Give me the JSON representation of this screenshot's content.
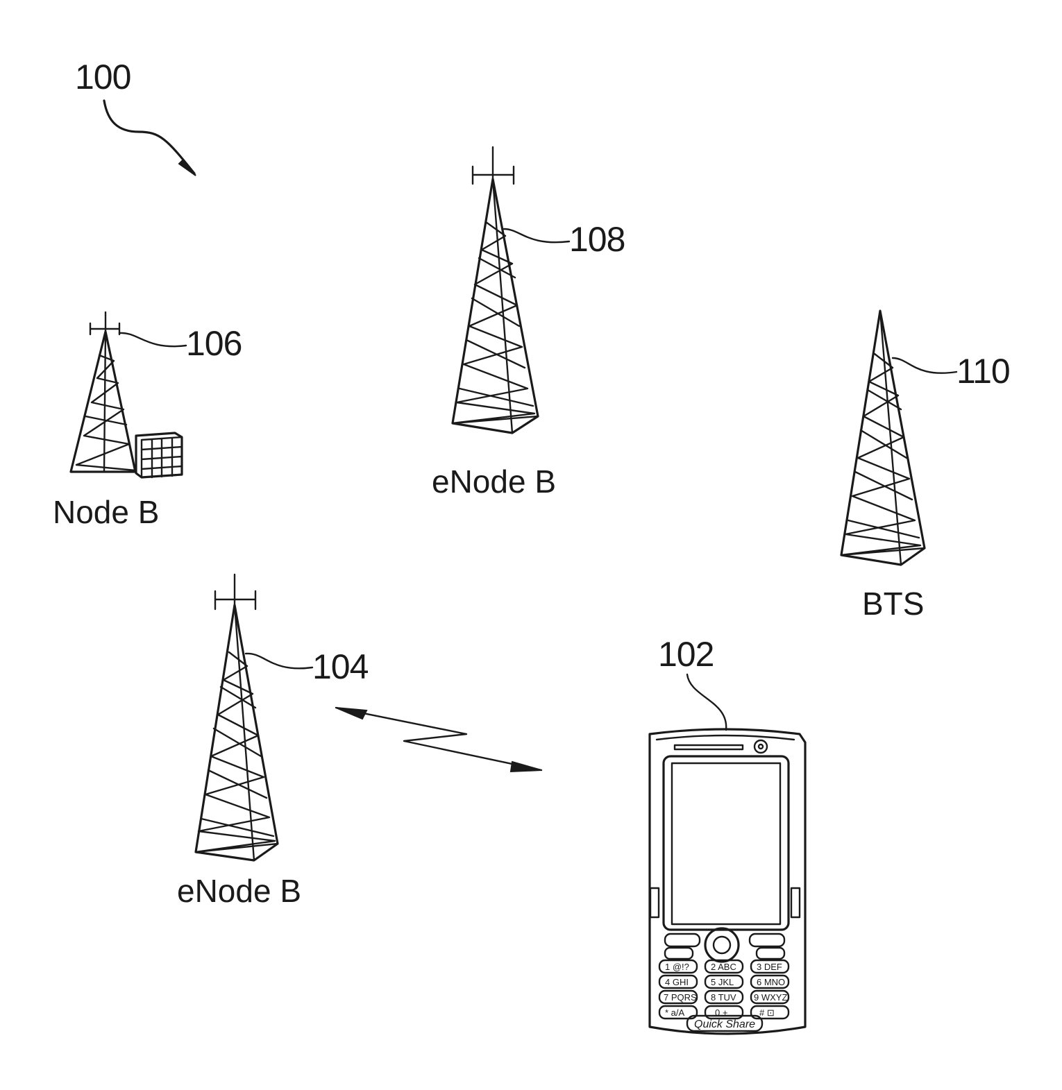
{
  "figure_ref": "100",
  "towers": [
    {
      "ref": "106",
      "label": "Node B"
    },
    {
      "ref": "108",
      "label": "eNode B"
    },
    {
      "ref": "110",
      "label": "BTS"
    },
    {
      "ref": "104",
      "label": "eNode B"
    }
  ],
  "device": {
    "ref": "102",
    "key_labels": {
      "row1": [
        "1 @!?",
        "2 ABC",
        "3 DEF"
      ],
      "row2": [
        "4 GHI",
        "5 JKL",
        "6 MNO"
      ],
      "row3": [
        "7 PQRS",
        "8 TUV",
        "9 WXYZ"
      ],
      "row4": [
        "* a/A",
        "0 +",
        "# ⊡"
      ]
    },
    "bottom_label": "Quick Share"
  }
}
